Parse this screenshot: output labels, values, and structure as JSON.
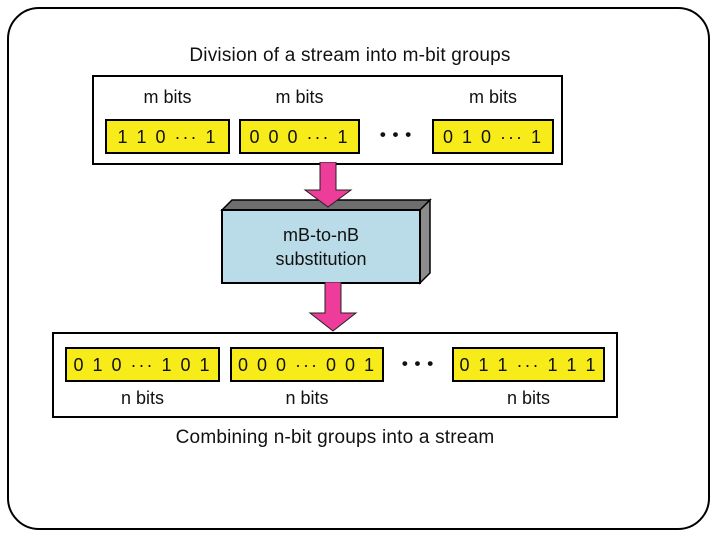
{
  "title": "Division of a stream into m-bit groups",
  "caption": "Combining n-bit groups into a stream",
  "colors": {
    "cell_yellow": "#F7EC1A",
    "arrow_pink": "#EE3C9B",
    "box_blue": "#B9DCE8",
    "bevel_top": "#6E6E6E",
    "bevel_side": "#8C8C8C"
  },
  "top_group": {
    "cells": [
      {
        "label": "m bits",
        "bits": "1 1 0 ··· 1"
      },
      {
        "label": "m bits",
        "bits": "0 0 0 ··· 1"
      },
      {
        "label": "m bits",
        "bits": "0 1 0 ··· 1"
      }
    ],
    "separator": "• • •"
  },
  "processor": {
    "line1": "mB-to-nB",
    "line2": "substitution"
  },
  "bottom_group": {
    "cells": [
      {
        "bits": "0 1 0 ··· 1 0 1",
        "label": "n bits"
      },
      {
        "bits": "0 0 0 ··· 0 0 1",
        "label": "n bits"
      },
      {
        "bits": "0 1 1 ··· 1 1 1",
        "label": "n bits"
      }
    ],
    "separator": "• • •"
  }
}
